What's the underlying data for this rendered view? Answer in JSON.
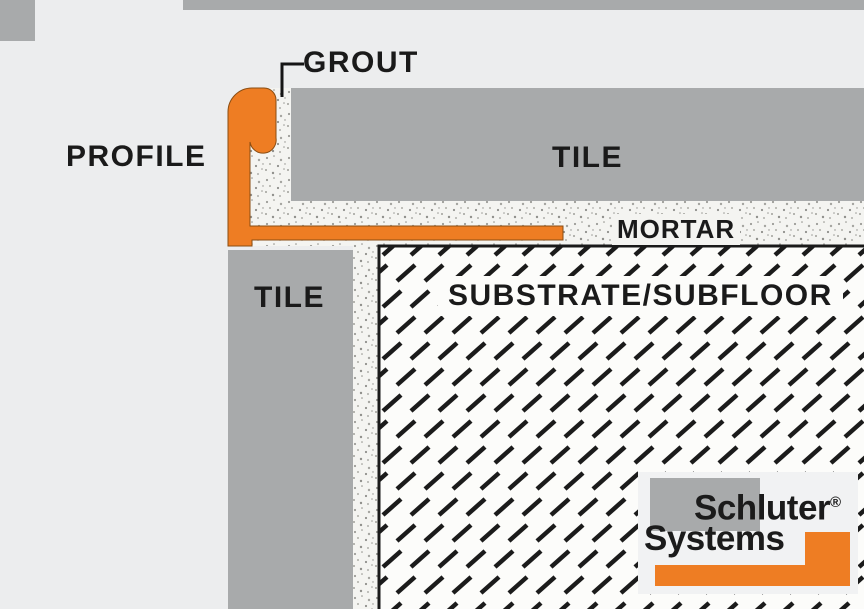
{
  "diagram": {
    "labels": {
      "grout": "GROUT",
      "profile": "PROFILE",
      "tile_top": "TILE",
      "mortar": "MORTAR",
      "tile_left": "TILE",
      "substrate": "SUBSTRATE/SUBFLOOR"
    },
    "colors": {
      "background": "#ecedee",
      "tile_gray": "#a8aaab",
      "profile_orange": "#ee7d23",
      "mortar_white": "#f4f4f1",
      "substrate_white": "#fcfcfa",
      "line_black": "#1a1a1a"
    },
    "logo": {
      "brand_line1": "Schluter",
      "registered_mark": "®",
      "brand_line2": "Systems"
    }
  }
}
